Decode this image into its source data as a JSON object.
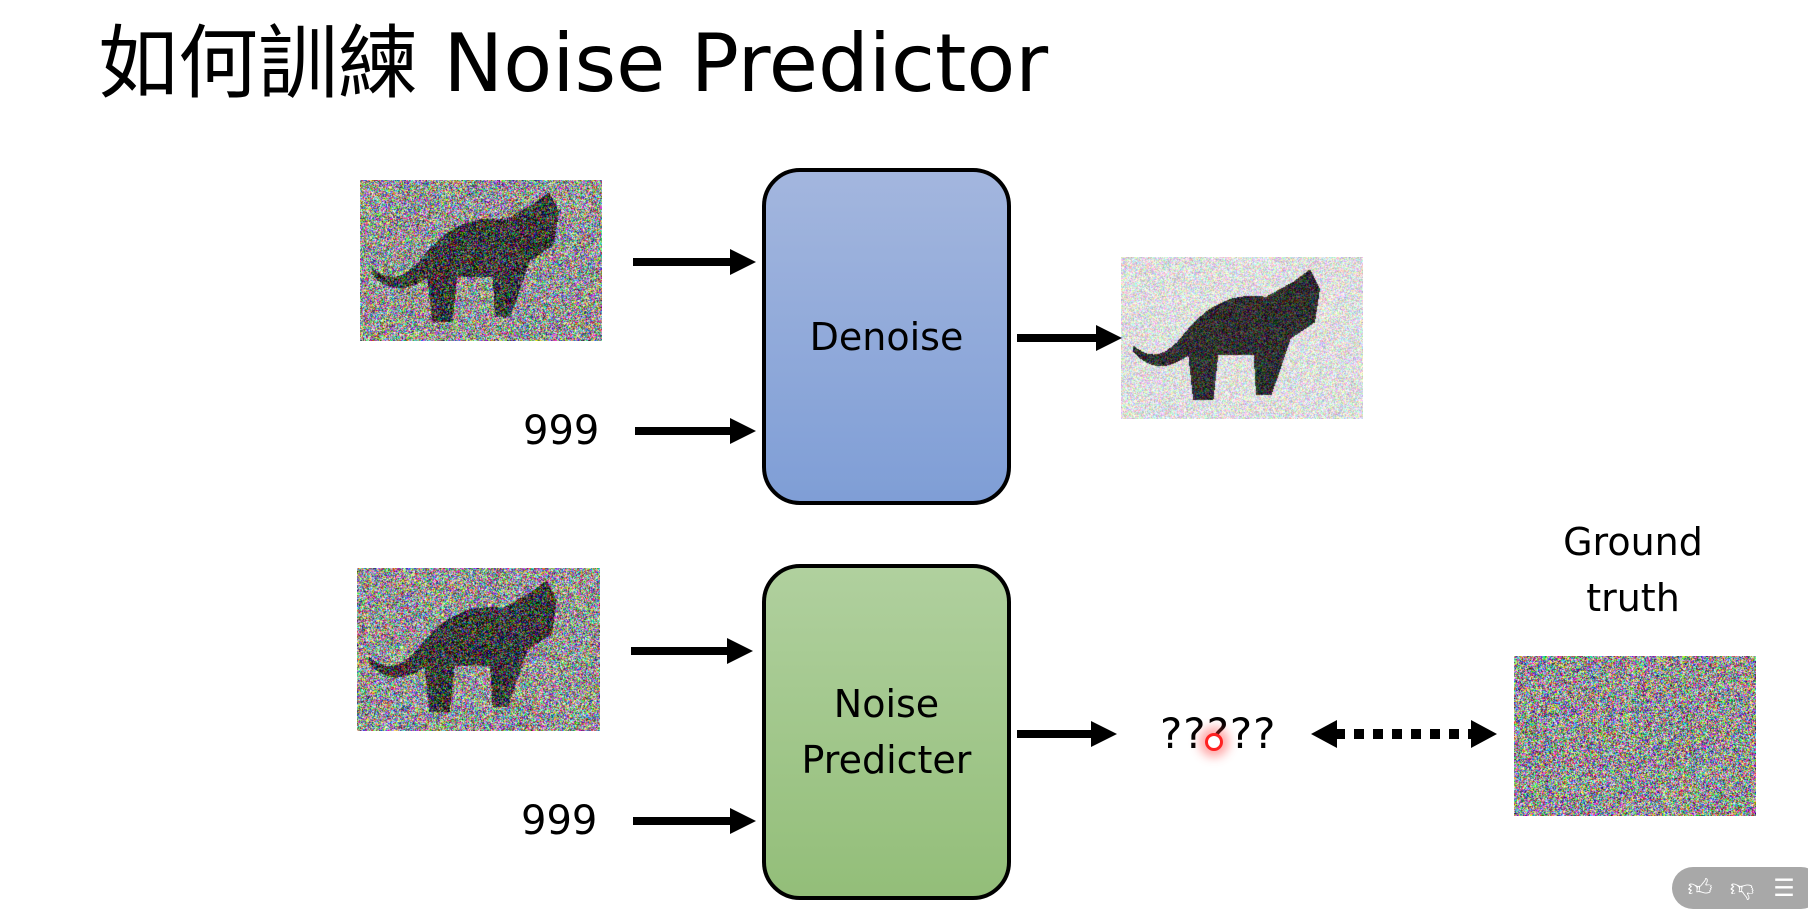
{
  "slide": {
    "title": "如何訓練 Noise Predictor",
    "denoise_label": "Denoise",
    "predictor_label_line1": "Noise",
    "predictor_label_line2": "Predicter",
    "step_top": "999",
    "step_bottom": "999",
    "unknown_output": "?????",
    "ground_truth_line1": "Ground",
    "ground_truth_line2": "truth"
  },
  "colors": {
    "denoise_box": "#8fa9dc",
    "predictor_box": "#a2c78a",
    "cursor": "#ff2222",
    "feedback_bar": "#a8a8a8"
  },
  "feedback": {
    "icons": [
      "thumbs-up-icon",
      "thumbs-down-icon",
      "comment-icon"
    ]
  }
}
